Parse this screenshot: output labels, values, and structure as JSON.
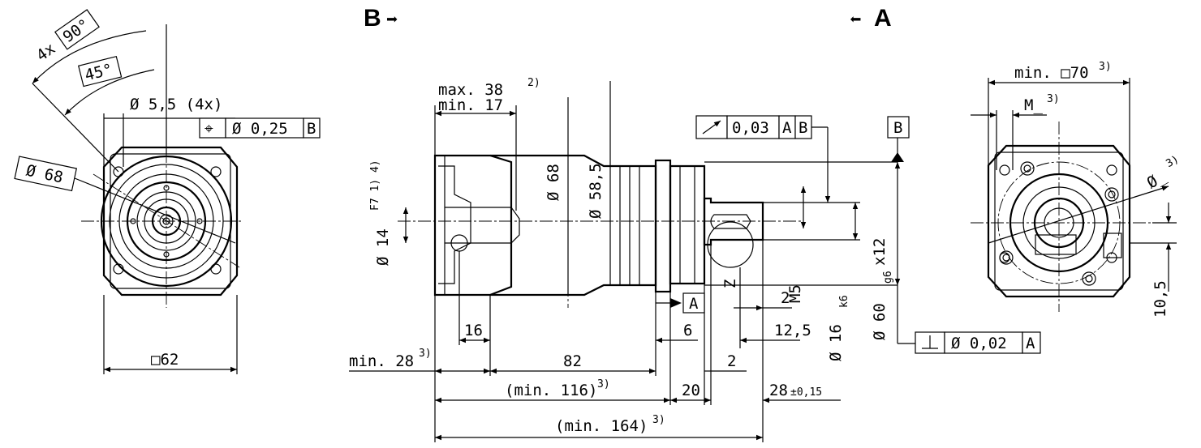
{
  "view_labels": {
    "b": "B",
    "a": "A",
    "b_arrow": "➡",
    "a_arrow": "⬅"
  },
  "left_view": {
    "angle_count": "4x",
    "angle_90": "90°",
    "angle_45": "45°",
    "hole_dia": "Ø 5,5 (4x)",
    "pos_symbol": "⌖",
    "pos_tol": "Ø 0,25",
    "pos_datum": "B",
    "pcd": "Ø 68",
    "square": "□62"
  },
  "side_view": {
    "max_label": "max. 38",
    "max_note": "2)",
    "min_label": "min. 17",
    "bore_dia": "Ø 14",
    "bore_fit": "F7 1) 4)",
    "dia_68": "Ø 68",
    "dia_58": "Ø 58,5",
    "runout_tol": "0,03",
    "runout_d1": "A",
    "runout_d2": "B",
    "datum_b": "B",
    "datum_a": "A",
    "dia_60": "Ø 60",
    "dia_60_fit": "g6",
    "dia_60_x": "x12",
    "thread": "M5",
    "dia_16": "Ø 16",
    "dia_16_fit": "k6",
    "detail": "Z",
    "d2a": "2",
    "d2b": "2",
    "d16": "16",
    "d6": "6",
    "d12_5": "12,5",
    "min28": "min. 28",
    "min28_note": "3)",
    "d82": "82",
    "min116": "(min. 116)",
    "min116_note": "3)",
    "d20": "20",
    "d28": "28",
    "d28_tol": "±0,15",
    "min164": "(min. 164)",
    "min164_note": "3)",
    "perp_tol": "Ø 0,02",
    "perp_datum": "A"
  },
  "right_view": {
    "square": "min. □70",
    "square_note": "3)",
    "thread": "M_",
    "thread_note": "3)",
    "dia": "Ø_",
    "dia_note": "3)",
    "d10_5": "10,5"
  }
}
